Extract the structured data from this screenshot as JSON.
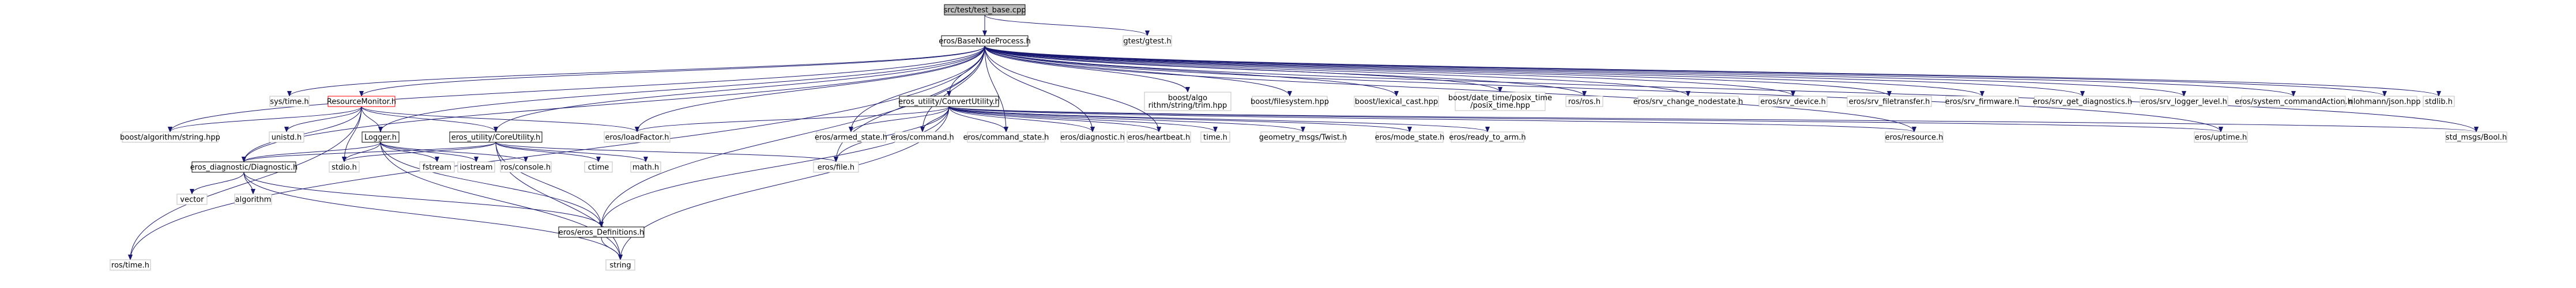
{
  "colors": {
    "edge": "#191970",
    "node_border_default": "#bfbfbf",
    "node_border_doc": "#000000",
    "node_border_red": "#ff0000",
    "root_fill": "#bfbfbf",
    "node_fill": "#ffffff",
    "text": "#000000"
  },
  "nodes": [
    {
      "id": "test_base",
      "label": "src/test/test_base.cpp",
      "style": "root"
    },
    {
      "id": "gtest",
      "label": "gtest/gtest.h",
      "style": "plain"
    },
    {
      "id": "basenode",
      "label": "eros/BaseNodeProcess.h",
      "style": "doc"
    },
    {
      "id": "systime",
      "label": "sys/time.h",
      "style": "plain"
    },
    {
      "id": "resmon",
      "label": "ResourceMonitor.h",
      "style": "red"
    },
    {
      "id": "alg_string",
      "label": "boost/algorithm/string.hpp",
      "style": "plain"
    },
    {
      "id": "unistd",
      "label": "unistd.h",
      "style": "plain"
    },
    {
      "id": "logger",
      "label": "Logger.h",
      "style": "doc"
    },
    {
      "id": "coreutil",
      "label": "eros_utility/CoreUtility.h",
      "style": "doc"
    },
    {
      "id": "loadfactor",
      "label": "eros/loadFactor.h",
      "style": "plain"
    },
    {
      "id": "convert",
      "label": "eros_utility/ConvertUtility.h",
      "style": "doc"
    },
    {
      "id": "alg_string_trim",
      "label": "boost/algorithm/string/trim.hpp",
      "style": "plain"
    },
    {
      "id": "filesystem",
      "label": "boost/filesystem.hpp",
      "style": "plain"
    },
    {
      "id": "lexical",
      "label": "boost/lexical_cast.hpp",
      "style": "plain"
    },
    {
      "id": "posix_time",
      "label": "boost/date_time/posix_time/posix_time.hpp",
      "style": "plain"
    },
    {
      "id": "rosros",
      "label": "ros/ros.h",
      "style": "plain"
    },
    {
      "id": "srv_nodestate",
      "label": "eros/srv_change_nodestate.h",
      "style": "plain"
    },
    {
      "id": "srv_device",
      "label": "eros/srv_device.h",
      "style": "plain"
    },
    {
      "id": "srv_filetransfer",
      "label": "eros/srv_filetransfer.h",
      "style": "plain"
    },
    {
      "id": "srv_firmware",
      "label": "eros/srv_firmware.h",
      "style": "plain"
    },
    {
      "id": "srv_diag",
      "label": "eros/srv_get_diagnostics.h",
      "style": "plain"
    },
    {
      "id": "srv_logger",
      "label": "eros/srv_logger_level.h",
      "style": "plain"
    },
    {
      "id": "sys_cmd_action",
      "label": "eros/system_commandAction.h",
      "style": "plain"
    },
    {
      "id": "json",
      "label": "nlohmann/json.hpp",
      "style": "plain"
    },
    {
      "id": "stdlib",
      "label": "stdlib.h",
      "style": "plain"
    },
    {
      "id": "armed",
      "label": "eros/armed_state.h",
      "style": "plain"
    },
    {
      "id": "command",
      "label": "eros/command.h",
      "style": "plain"
    },
    {
      "id": "command_state",
      "label": "eros/command_state.h",
      "style": "plain"
    },
    {
      "id": "diagnostic",
      "label": "eros/diagnostic.h",
      "style": "plain"
    },
    {
      "id": "heartbeat",
      "label": "eros/heartbeat.h",
      "style": "plain"
    },
    {
      "id": "timeh",
      "label": "time.h",
      "style": "plain"
    },
    {
      "id": "twist",
      "label": "geometry_msgs/Twist.h",
      "style": "plain"
    },
    {
      "id": "mode_state",
      "label": "eros/mode_state.h",
      "style": "plain"
    },
    {
      "id": "ready_arm",
      "label": "eros/ready_to_arm.h",
      "style": "plain"
    },
    {
      "id": "resource",
      "label": "eros/resource.h",
      "style": "plain"
    },
    {
      "id": "uptime",
      "label": "eros/uptime.h",
      "style": "plain"
    },
    {
      "id": "bool",
      "label": "std_msgs/Bool.h",
      "style": "plain"
    },
    {
      "id": "stdio",
      "label": "stdio.h",
      "style": "plain"
    },
    {
      "id": "fstream",
      "label": "fstream",
      "style": "plain"
    },
    {
      "id": "iostream",
      "label": "iostream",
      "style": "plain"
    },
    {
      "id": "console",
      "label": "ros/console.h",
      "style": "plain"
    },
    {
      "id": "ctime",
      "label": "ctime",
      "style": "plain"
    },
    {
      "id": "mathh",
      "label": "math.h",
      "style": "plain"
    },
    {
      "id": "filef",
      "label": "eros/file.h",
      "style": "plain"
    },
    {
      "id": "diagdiag",
      "label": "eros_diagnostic/Diagnostic.h",
      "style": "doc"
    },
    {
      "id": "vector",
      "label": "vector",
      "style": "plain"
    },
    {
      "id": "algorithm",
      "label": "algorithm",
      "style": "plain"
    },
    {
      "id": "definitions",
      "label": "eros/eros_Definitions.h",
      "style": "doc"
    },
    {
      "id": "rostime",
      "label": "ros/time.h",
      "style": "plain"
    },
    {
      "id": "string",
      "label": "string",
      "style": "plain"
    }
  ],
  "edges": [
    [
      "test_base",
      "basenode"
    ],
    [
      "test_base",
      "gtest"
    ],
    [
      "basenode",
      "systime"
    ],
    [
      "basenode",
      "resmon"
    ],
    [
      "basenode",
      "alg_string"
    ],
    [
      "basenode",
      "logger"
    ],
    [
      "basenode",
      "coreutil"
    ],
    [
      "basenode",
      "loadfactor"
    ],
    [
      "basenode",
      "convert"
    ],
    [
      "basenode",
      "alg_string_trim"
    ],
    [
      "basenode",
      "filesystem"
    ],
    [
      "basenode",
      "lexical"
    ],
    [
      "basenode",
      "posix_time"
    ],
    [
      "basenode",
      "rosros"
    ],
    [
      "basenode",
      "srv_nodestate"
    ],
    [
      "basenode",
      "srv_device"
    ],
    [
      "basenode",
      "srv_filetransfer"
    ],
    [
      "basenode",
      "srv_firmware"
    ],
    [
      "basenode",
      "srv_diag"
    ],
    [
      "basenode",
      "srv_logger"
    ],
    [
      "basenode",
      "sys_cmd_action"
    ],
    [
      "basenode",
      "json"
    ],
    [
      "basenode",
      "stdlib"
    ],
    [
      "basenode",
      "armed"
    ],
    [
      "basenode",
      "command"
    ],
    [
      "basenode",
      "command_state"
    ],
    [
      "basenode",
      "diagnostic"
    ],
    [
      "basenode",
      "heartbeat"
    ],
    [
      "basenode",
      "resource"
    ],
    [
      "basenode",
      "uptime"
    ],
    [
      "basenode",
      "bool"
    ],
    [
      "basenode",
      "diagdiag"
    ],
    [
      "basenode",
      "definitions"
    ],
    [
      "basenode",
      "rostime"
    ],
    [
      "basenode",
      "filef"
    ],
    [
      "resmon",
      "alg_string"
    ],
    [
      "resmon",
      "unistd"
    ],
    [
      "resmon",
      "logger"
    ],
    [
      "resmon",
      "coreutil"
    ],
    [
      "resmon",
      "loadfactor"
    ],
    [
      "resmon",
      "stdio"
    ],
    [
      "resmon",
      "diagdiag"
    ],
    [
      "resmon",
      "rostime"
    ],
    [
      "logger",
      "stdio"
    ],
    [
      "logger",
      "fstream"
    ],
    [
      "logger",
      "iostream"
    ],
    [
      "logger",
      "console"
    ],
    [
      "logger",
      "diagdiag"
    ],
    [
      "logger",
      "definitions"
    ],
    [
      "logger",
      "string"
    ],
    [
      "coreutil",
      "stdio"
    ],
    [
      "coreutil",
      "ctime"
    ],
    [
      "coreutil",
      "mathh"
    ],
    [
      "coreutil",
      "filef"
    ],
    [
      "coreutil",
      "definitions"
    ],
    [
      "coreutil",
      "diagdiag"
    ],
    [
      "coreutil",
      "string"
    ],
    [
      "convert",
      "loadfactor"
    ],
    [
      "convert",
      "armed"
    ],
    [
      "convert",
      "command"
    ],
    [
      "convert",
      "command_state"
    ],
    [
      "convert",
      "diagnostic"
    ],
    [
      "convert",
      "heartbeat"
    ],
    [
      "convert",
      "timeh"
    ],
    [
      "convert",
      "twist"
    ],
    [
      "convert",
      "mode_state"
    ],
    [
      "convert",
      "ready_arm"
    ],
    [
      "convert",
      "resource"
    ],
    [
      "convert",
      "uptime"
    ],
    [
      "convert",
      "bool"
    ],
    [
      "convert",
      "filef"
    ],
    [
      "convert",
      "definitions"
    ],
    [
      "convert",
      "string"
    ],
    [
      "diagdiag",
      "vector"
    ],
    [
      "diagdiag",
      "algorithm"
    ],
    [
      "diagdiag",
      "definitions"
    ],
    [
      "diagdiag",
      "string"
    ],
    [
      "definitions",
      "string"
    ]
  ]
}
